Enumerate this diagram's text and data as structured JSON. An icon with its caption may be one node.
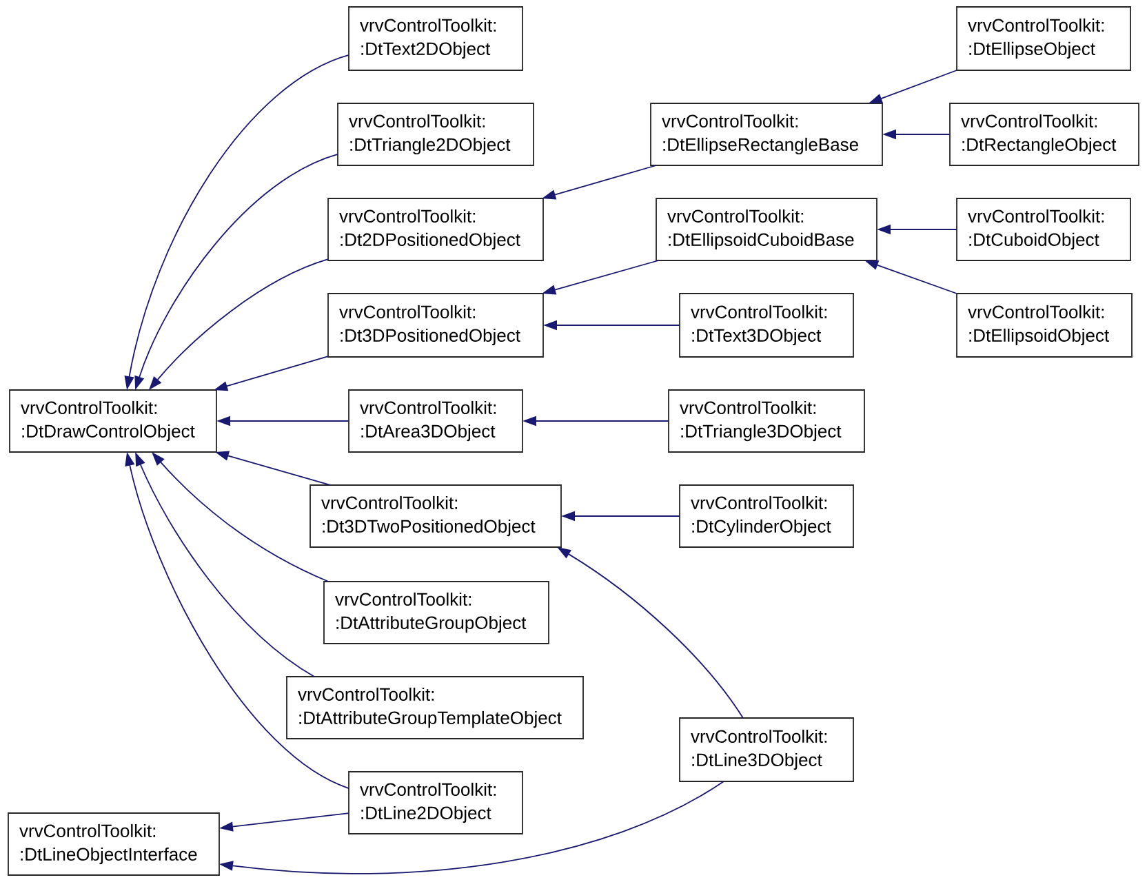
{
  "diagram": {
    "nodes": [
      {
        "text": [
          "vrvControlToolkit: :DtDrawControlObject"
        ]
      },
      {
        "text": [
          "vrvControlToolkit: :DtLineObjectInterface"
        ]
      },
      {
        "text": [
          "vrvControlToolkit: :DtText2DObject"
        ]
      },
      {
        "text": [
          "vrvControlToolkit: :DtTriangle2DObject"
        ]
      },
      {
        "text": [
          "vrvControlToolkit: :Dt2DPositionedObject"
        ]
      },
      {
        "text": [
          "vrvControlToolkit: :Dt3DPositionedObject"
        ]
      },
      {
        "text": [
          "vrvControlToolkit: :DtArea3DObject"
        ]
      },
      {
        "text": [
          "vrvControlToolkit: :Dt3DTwoPositionedObject"
        ]
      },
      {
        "text": [
          "vrvControlToolkit: :DtAttributeGroupObject"
        ]
      },
      {
        "text": [
          "vrvControlToolkit: :DtAttributeGroupTemplateObject"
        ]
      },
      {
        "text": [
          "vrvControlToolkit: :DtLine2DObject"
        ]
      },
      {
        "text": [
          "vrvControlToolkit: :DtEllipseRectangleBase"
        ]
      },
      {
        "text": [
          "vrvControlToolkit: :DtEllipsoidCuboidBase"
        ]
      },
      {
        "text": [
          "vrvControlToolkit: :DtText3DObject"
        ]
      },
      {
        "text": [
          "vrvControlToolkit: :DtTriangle3DObject"
        ]
      },
      {
        "text": [
          "vrvControlToolkit: :DtCylinderObject"
        ]
      },
      {
        "text": [
          "vrvControlToolkit: :DtLine3DObject"
        ]
      },
      {
        "text": [
          "vrvControlToolkit: :DtEllipseObject"
        ]
      },
      {
        "text": [
          "vrvControlToolkit: :DtRectangleObject"
        ]
      },
      {
        "text": [
          "vrvControlToolkit: :DtCuboidObject"
        ]
      },
      {
        "text": [
          "vrvControlToolkit: :DtEllipsoidObject"
        ]
      }
    ],
    "edges": [
      {
        "from": 2,
        "to": 0,
        "arrow": "to"
      },
      {
        "from": 3,
        "to": 0,
        "arrow": "to"
      },
      {
        "from": 4,
        "to": 0,
        "arrow": "to"
      },
      {
        "from": 5,
        "to": 0,
        "arrow": "to"
      },
      {
        "from": 6,
        "to": 0,
        "arrow": "to"
      },
      {
        "from": 7,
        "to": 0,
        "arrow": "to"
      },
      {
        "from": 8,
        "to": 0,
        "arrow": "to"
      },
      {
        "from": 9,
        "to": 0,
        "arrow": "to"
      },
      {
        "from": 10,
        "to": 0,
        "arrow": "to"
      },
      {
        "from": 10,
        "to": 1,
        "arrow": "to"
      },
      {
        "from": 16,
        "to": 1,
        "arrow": "to"
      },
      {
        "from": 11,
        "to": 4,
        "arrow": "to"
      },
      {
        "from": 12,
        "to": 5,
        "arrow": "to"
      },
      {
        "from": 13,
        "to": 5,
        "arrow": "to"
      },
      {
        "from": 14,
        "to": 6,
        "arrow": "to"
      },
      {
        "from": 15,
        "to": 7,
        "arrow": "to"
      },
      {
        "from": 16,
        "to": 7,
        "arrow": "to"
      },
      {
        "from": 17,
        "to": 11,
        "arrow": "to"
      },
      {
        "from": 18,
        "to": 11,
        "arrow": "to"
      },
      {
        "from": 19,
        "to": 12,
        "arrow": "to"
      },
      {
        "from": 20,
        "to": 12,
        "arrow": "to"
      }
    ]
  }
}
